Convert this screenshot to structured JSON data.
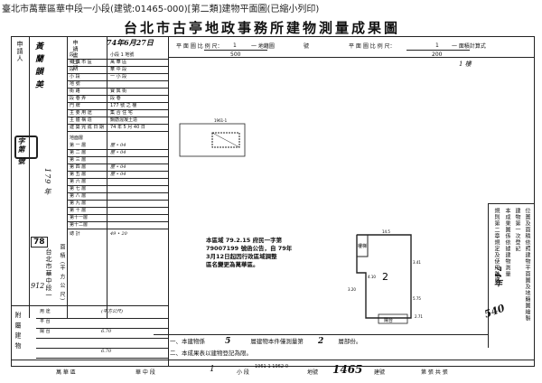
{
  "header_line": "臺北市萬華區華中段一小段(建號:01465-000)[第二類]建物平面圖(已縮小列印)",
  "title": "台北市古亭地政事務所建物測量成果圖",
  "scale": {
    "plan_label": "平 面 圖 比 例 尺：",
    "plan_num": "1",
    "plan_den": "500",
    "plan_unit": "一 地籍圖",
    "plan_suffix": "號",
    "location_label": "平 面 圖 比 例 尺：",
    "location_num": "1",
    "location_den": "200",
    "location_unit": "一 面積計算式",
    "floor_note": "1 樓"
  },
  "applicant": {
    "label": "申請人",
    "date_label": "申請書日期",
    "date_value": "74年6月27日",
    "name_handwritten": "黃 蘭 韻 美"
  },
  "left_form": {
    "rows": [
      {
        "label": "段",
        "value": "小段 1 地號"
      },
      {
        "label": "鄉 鎮 市 區",
        "value": "萬 華 區"
      },
      {
        "label": "段",
        "value": "華 中 段"
      },
      {
        "label": "小 段",
        "value": "一 小 段"
      },
      {
        "label": "地 號",
        "value": ""
      },
      {
        "label": "街 路",
        "value": "寶 興 街"
      },
      {
        "label": "段 巷 弄",
        "value": "段 巷"
      },
      {
        "label": "門 牌",
        "value": "177 號 之 樓"
      },
      {
        "label": "主 要 用 途",
        "value": "集 合 住 宅"
      },
      {
        "label": "主 體 構 造",
        "value": "鋼筋混凝土造"
      },
      {
        "label": "建 築 完 成 日 期",
        "value": "74 年 5 月 40 日"
      }
    ],
    "floor_area_heading": "地面層",
    "floors": [
      {
        "label": "第 一 層",
        "value": "屋 • 04"
      },
      {
        "label": "第 二 層",
        "value": "屋 • 04"
      },
      {
        "label": "第 三 層",
        "value": ""
      },
      {
        "label": "第 四 層",
        "value": "屋 • 04"
      },
      {
        "label": "第 五 層",
        "value": "屋 • 04"
      },
      {
        "label": "第 六 層",
        "value": ""
      },
      {
        "label": "第 七 層",
        "value": ""
      },
      {
        "label": "第 八 層",
        "value": ""
      },
      {
        "label": "第 九 層",
        "value": ""
      },
      {
        "label": "第 十 層",
        "value": ""
      },
      {
        "label": "第十一層",
        "value": ""
      },
      {
        "label": "第十二層",
        "value": ""
      }
    ],
    "total_label": "總 計",
    "total_value": "49 • 20",
    "area_unit_label": "面 積 (平 方 公 尺)",
    "attached_label": "附 屬 建 物",
    "attached_rows": [
      {
        "label": "用 途",
        "value": "(平方公尺)"
      },
      {
        "label": "平 台",
        "value": ""
      },
      {
        "label": "陽 台",
        "value": "6.70"
      },
      {
        "label": "",
        "value": ""
      },
      {
        "label": "",
        "value": "6.70"
      }
    ],
    "side_handwriting": "字第 號",
    "stamp_text": "78",
    "side_notes": [
      "179 年",
      "台北市華中段一",
      "912"
    ]
  },
  "center_note": {
    "line1": "本區域 79.2.15 府民一字第",
    "line2": "79007199 號函公告，自 79年",
    "line3": "3月12日起因行政區域調整",
    "line4": "區名變更為萬華區。"
  },
  "floor_plan": {
    "room_label": "2",
    "small_label": "樓梯",
    "bottom_label": "陽台",
    "dims": [
      "14.5",
      "3.41",
      "5.75",
      "3.20",
      "4.10",
      "2.71"
    ]
  },
  "right_notes": {
    "col1": "位置及面積依照建物平面圖及地籍圖繪製",
    "col2": "建物第一次登記",
    "col3": "本成果圖係依據建物測量",
    "col4": "規則第二章規定及使用執照",
    "stamp": "74年",
    "handwritten": "540"
  },
  "bottom_notes": {
    "note1_prefix": "一、本建物係",
    "note1_value": "5",
    "note1_mid": "層建物本件僅測量第",
    "note1_value2": "2",
    "note1_suffix": "層部份。",
    "note2": "二、本成果表以建物登記為限。"
  },
  "footer": {
    "district": "萬 華 區",
    "section": "華 中 段",
    "num1": "1",
    "subsection": "小 段",
    "land_label": "地號",
    "land_handwritten": "1465",
    "build_label": "建號",
    "seq_label": "第 張 共 張",
    "small_notes": "1961-1 1962-0"
  }
}
